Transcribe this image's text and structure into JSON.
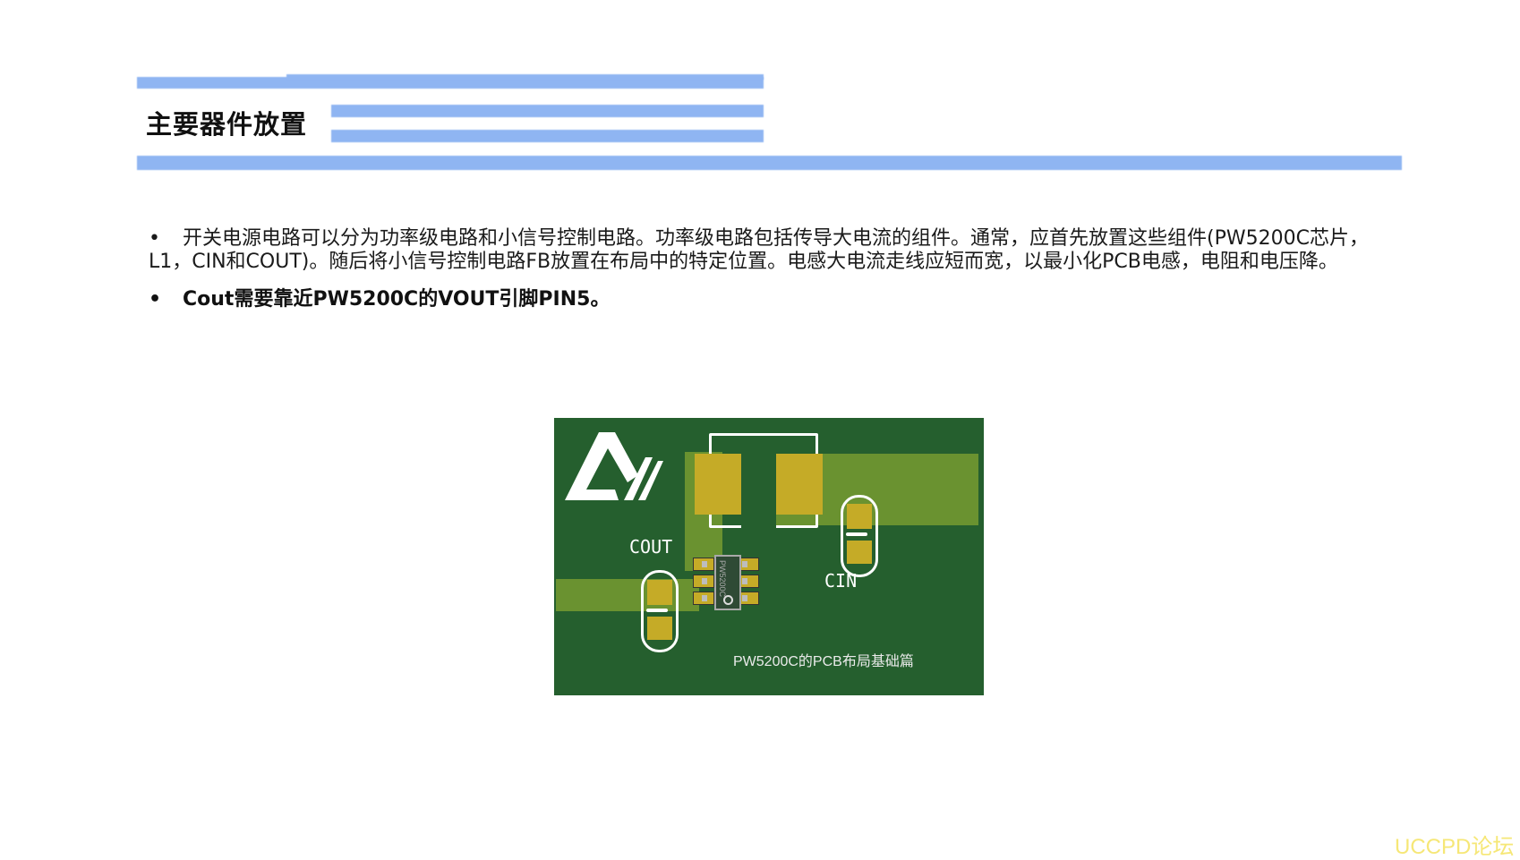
{
  "slide": {
    "title": "主要器件放置",
    "bullets": [
      {
        "marker": "•",
        "text": "开关电源电路可以分为功率级电路和小信号控制电路。功率级电路包括传导大电流的组件。通常，应首先放置这些组件(PW5200C芯片，L1，CIN和COUT)。随后将小信号控制电路FB放置在布局中的特定位置。电感大电流走线应短而宽，以最小化PCB电感，电阻和电压降。",
        "bold": false
      },
      {
        "marker": "•",
        "text": "Cout需要靠近PW5200C的VOUT引脚PIN5。",
        "bold": true
      }
    ]
  },
  "pcb_image": {
    "labels": {
      "cout": "COUT",
      "cin": "CIN",
      "chip": "PW5200C",
      "caption": "PW5200C的PCB布局基础篇"
    },
    "colors": {
      "board": "#255f2e",
      "copper_pour": "#6a9230",
      "pad": "#c5ab27",
      "silkscreen": "#ffffff"
    }
  },
  "watermark": "UCCPD论坛",
  "colors": {
    "header_bars": "#8fb5f2",
    "watermark": "#f6e777"
  }
}
